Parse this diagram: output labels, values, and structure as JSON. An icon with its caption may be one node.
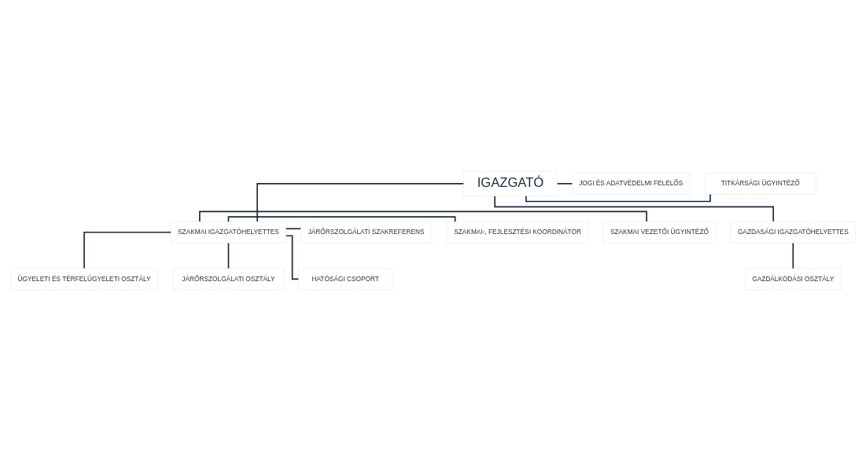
{
  "diagram": {
    "nodes": [
      {
        "text": [
          "IGAZGATÓ"
        ]
      },
      {
        "text": [
          "TITKÁRSÁGI ÜGYINTÉZŐ"
        ]
      },
      {
        "text": [
          "JOGI ÉS ADATVÉDELMI FELELŐS"
        ]
      },
      {
        "text": [
          "SZAKMAI VEZETŐI ÜGYINTÉZŐ"
        ]
      },
      {
        "text": [
          "SZAKMAI-, FEJLESZTÉSI KOORDINÁTOR"
        ]
      },
      {
        "text": [
          "JÁRŐRSZOLGÁLATI SZAKREFERENS"
        ]
      },
      {
        "text": [
          "SZAKMAI IGAZGATÓHELYETTES"
        ]
      },
      {
        "text": [
          "GAZDASÁGI IGAZGATÓHELYETTES"
        ]
      },
      {
        "text": [
          "ÜGYELETI ÉS TÉRFELÜGYELETI OSZTÁLY"
        ]
      },
      {
        "text": [
          "JÁRŐRSZOLGÁLATI OSZTÁLY"
        ]
      },
      {
        "text": [
          "HATÓSÁGI CSOPORT"
        ]
      },
      {
        "text": [
          "GAZDÁLKODÁSI OSZTÁLY"
        ]
      }
    ],
    "edges": [
      {
        "from": 0,
        "to": 1,
        "arrow": "none"
      },
      {
        "from": 0,
        "to": 2,
        "arrow": "none"
      },
      {
        "from": 0,
        "to": 6,
        "arrow": "none"
      },
      {
        "from": 0,
        "to": 7,
        "arrow": "none"
      },
      {
        "from": 6,
        "to": 3,
        "arrow": "none"
      },
      {
        "from": 6,
        "to": 4,
        "arrow": "none"
      },
      {
        "from": 6,
        "to": 5,
        "arrow": "none"
      },
      {
        "from": 6,
        "to": 8,
        "arrow": "none"
      },
      {
        "from": 6,
        "to": 9,
        "arrow": "none"
      },
      {
        "from": 6,
        "to": 10,
        "arrow": "none"
      },
      {
        "from": 7,
        "to": 11,
        "arrow": "none"
      }
    ]
  }
}
